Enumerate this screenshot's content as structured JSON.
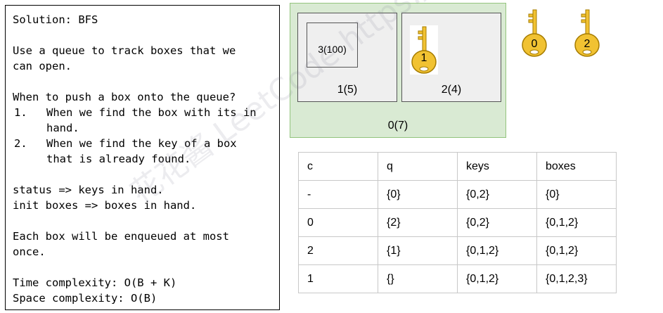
{
  "solution": {
    "title": "Solution: BFS",
    "intro": [
      "Use a queue to track boxes that we",
      "can open."
    ],
    "question": "When to push a box onto the queue?",
    "items": [
      {
        "num": "1.",
        "text": "When we find the box with its in hand."
      },
      {
        "num": "2.",
        "text": "When we find the key of a box that is already found."
      }
    ],
    "status_line": "status => keys in hand.",
    "init_line": "init boxes => boxes in hand.",
    "enqueue_note": [
      "Each box will be enqueued at most",
      "once."
    ],
    "time": "Time complexity: O(B + K)",
    "space": "Space complexity: O(B)"
  },
  "diagram": {
    "outer_label": "0(7)",
    "box1_label": "1(5)",
    "box2_label": "2(4)",
    "box3_label": "3(100)",
    "key_in_box2": "1",
    "loose_keys": [
      "0",
      "2"
    ],
    "key_color": "#f1c232"
  },
  "table": {
    "headers": [
      "c",
      "q",
      "keys",
      "boxes"
    ],
    "rows": [
      [
        "-",
        "{0}",
        "{0,2}",
        "{0}"
      ],
      [
        "0",
        "{2}",
        "{0,2}",
        "{0,1,2}"
      ],
      [
        "2",
        "{1}",
        "{0,1,2}",
        "{0,1,2}"
      ],
      [
        "1",
        "{}",
        "{0,1,2}",
        "{0,1,2,3}"
      ]
    ]
  },
  "watermark": "花花酱 LeetCode https://zxi.mytechroad.com/blog/"
}
